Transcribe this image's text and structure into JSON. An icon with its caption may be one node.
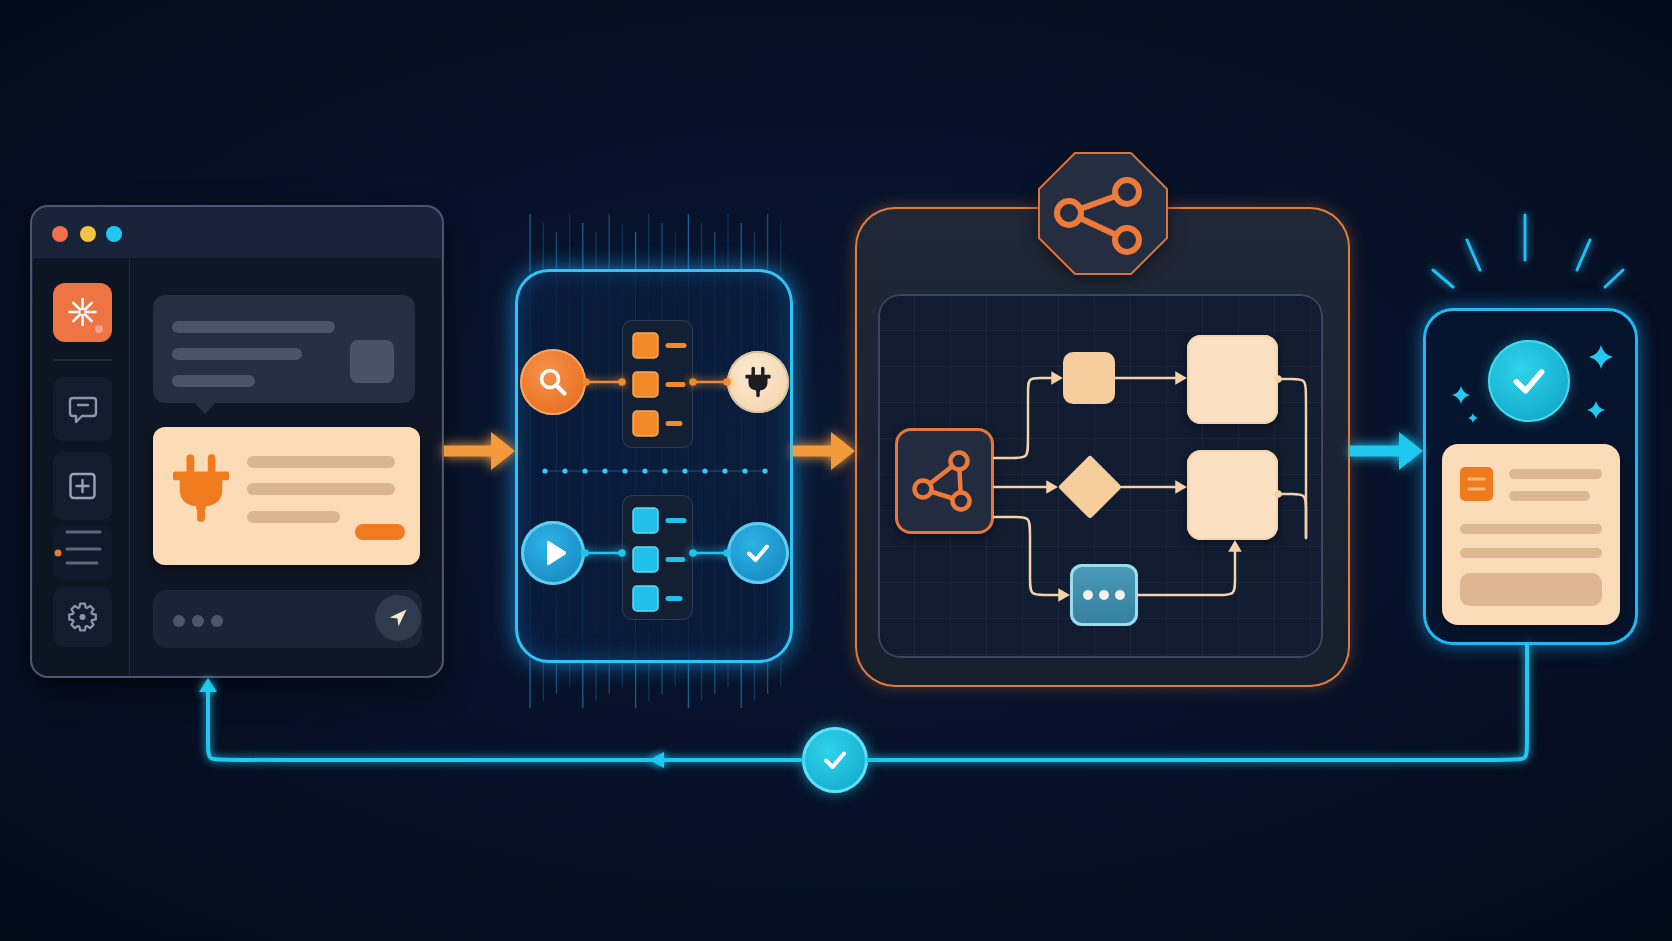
{
  "diagram": {
    "nodes": [
      {
        "text": [],
        "shape": "box"
      },
      {
        "text": [],
        "shape": "box"
      },
      {
        "text": [],
        "shape": "circle",
        "in": 1
      },
      {
        "text": [],
        "shape": "box",
        "in": 1
      },
      {
        "text": [],
        "shape": "circle",
        "in": 1
      },
      {
        "text": [],
        "shape": "circle",
        "in": 1
      },
      {
        "text": [],
        "shape": "box",
        "in": 1
      },
      {
        "text": [],
        "shape": "circle",
        "in": 1
      },
      {
        "text": [],
        "shape": "box"
      },
      {
        "text": [],
        "shape": "box",
        "in": 8
      },
      {
        "text": [],
        "shape": "box",
        "in": 9
      },
      {
        "text": [],
        "shape": "box",
        "in": 9
      },
      {
        "text": [],
        "shape": "diamond",
        "in": 9
      },
      {
        "text": [],
        "shape": "box",
        "in": 9
      },
      {
        "text": [],
        "shape": "box",
        "in": 9
      },
      {
        "text": [],
        "shape": "box",
        "in": 9
      },
      {
        "text": [],
        "shape": "box"
      },
      {
        "text": [],
        "shape": "circle",
        "in": 16
      },
      {
        "text": [],
        "shape": "box",
        "in": 16
      },
      {
        "text": [],
        "shape": "circle"
      }
    ],
    "edges": [
      {
        "from": 0,
        "to": 1,
        "arrow": "to",
        "style": "thick",
        "color": "#f39a3c"
      },
      {
        "from": 1,
        "to": 8,
        "arrow": "to",
        "style": "thick",
        "color": "#f39a3c"
      },
      {
        "from": 8,
        "to": 16,
        "arrow": "to",
        "style": "thick",
        "color": "#1ec8f0"
      },
      {
        "from": 16,
        "to": 19,
        "arrow": "none",
        "color": "#1ec8f0"
      },
      {
        "from": 19,
        "to": 0,
        "arrow": "to",
        "color": "#1ec8f0"
      },
      {
        "from": 2,
        "to": 3,
        "arrow": "other",
        "color": "#f08a2a"
      },
      {
        "from": 3,
        "to": 4,
        "arrow": "other",
        "color": "#f08a2a"
      },
      {
        "from": 5,
        "to": 6,
        "arrow": "other",
        "color": "#22c4ec"
      },
      {
        "from": 6,
        "to": 7,
        "arrow": "other",
        "color": "#22c4ec"
      },
      {
        "from": 10,
        "to": 11,
        "arrow": "to"
      },
      {
        "from": 11,
        "to": 13,
        "arrow": "to"
      },
      {
        "from": 10,
        "to": 12,
        "arrow": "to"
      },
      {
        "from": 12,
        "to": 14,
        "arrow": "to"
      },
      {
        "from": 10,
        "to": 15,
        "arrow": "to"
      },
      {
        "from": 15,
        "to": 14,
        "arrow": "to"
      },
      {
        "from": 13,
        "to": null,
        "arrow": "other"
      },
      {
        "from": 14,
        "to": null,
        "arrow": "other"
      }
    ]
  }
}
